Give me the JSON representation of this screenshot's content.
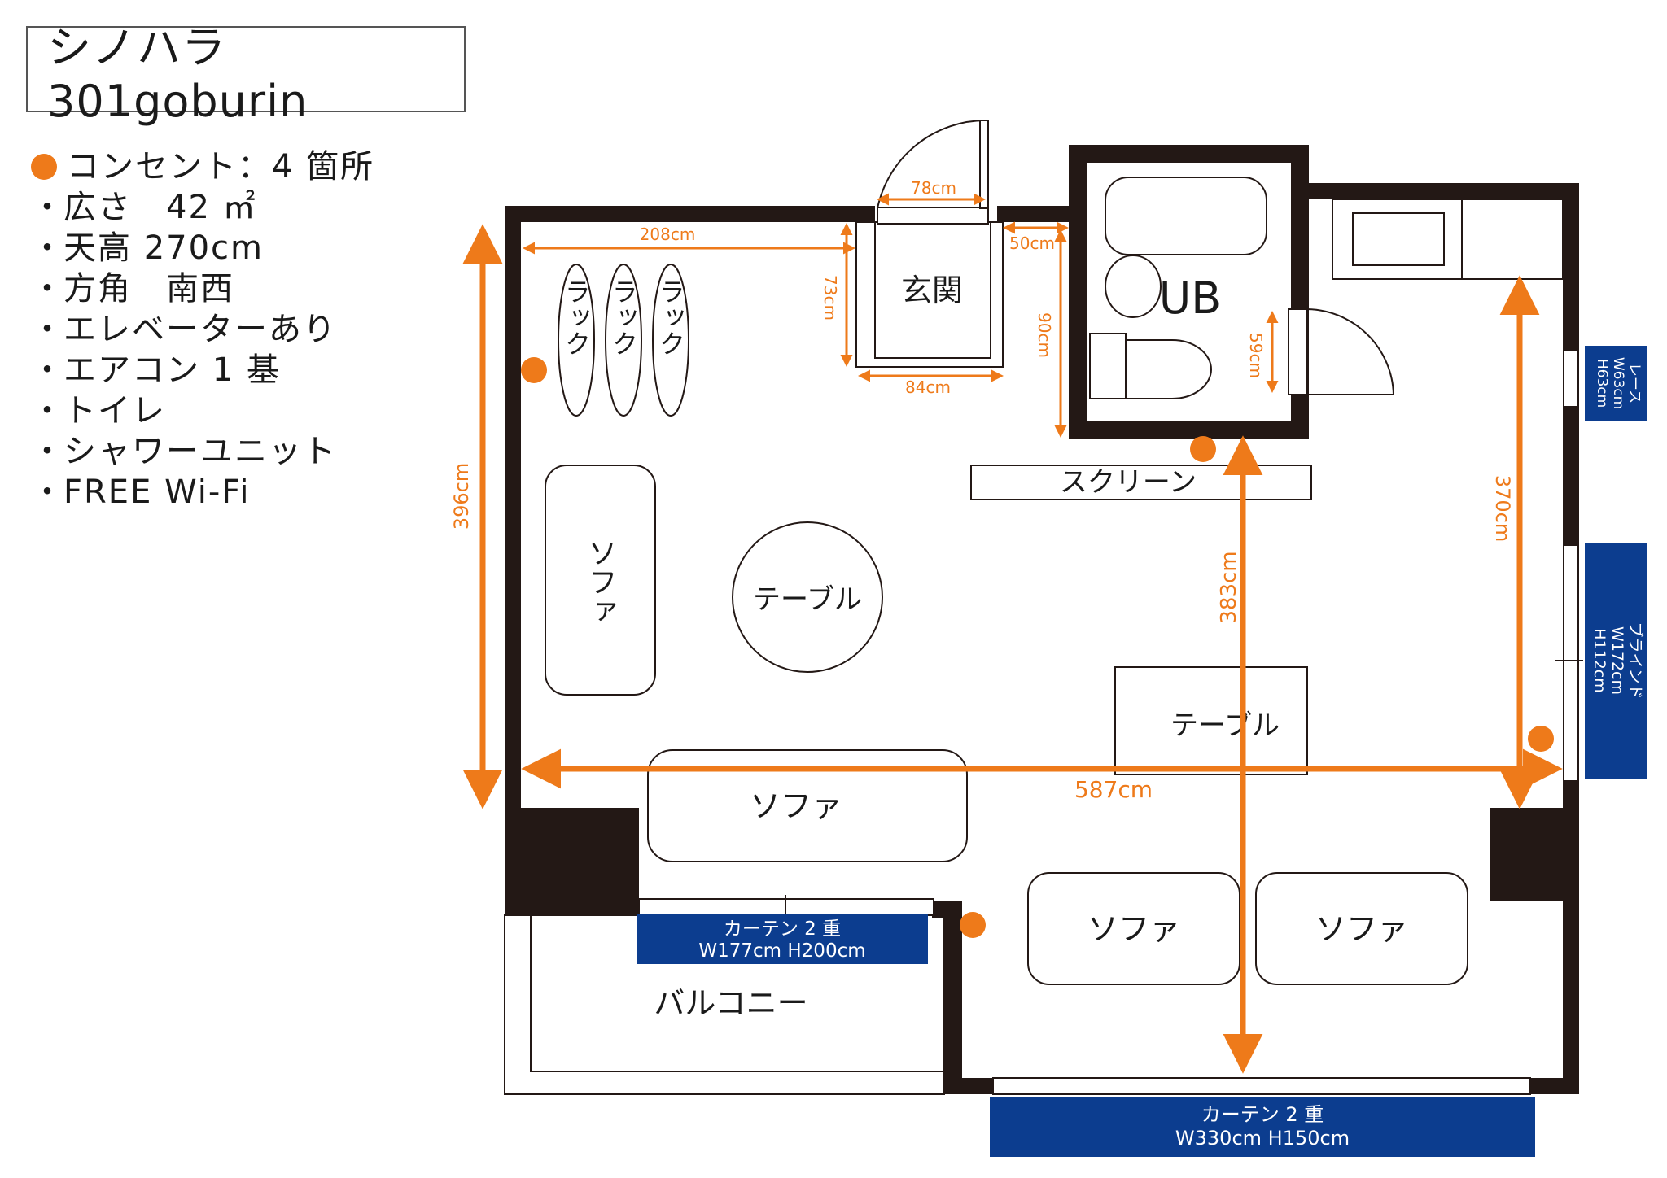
{
  "title": "シノハラ 301goburin",
  "features": [
    {
      "marker": "outlet-dot",
      "text": "コンセント：4 箇所"
    },
    {
      "marker": "bullet",
      "text": "広さ　42 ㎡"
    },
    {
      "marker": "bullet",
      "text": "天高 270cm"
    },
    {
      "marker": "bullet",
      "text": "方角　南西"
    },
    {
      "marker": "bullet",
      "text": "エレベーターあり"
    },
    {
      "marker": "bullet",
      "text": "エアコン 1 基"
    },
    {
      "marker": "bullet",
      "text": "トイレ"
    },
    {
      "marker": "bullet",
      "text": "シャワーユニット"
    },
    {
      "marker": "bullet",
      "text": "FREE Wi-Fi"
    }
  ],
  "bullet_char": "・",
  "colors": {
    "wall": "#231815",
    "dimension": "#ee7a1a",
    "window_label": "#0c3d8f",
    "outlet": "#ee7a1a"
  },
  "rooms": {
    "entrance": "玄関",
    "bathroom": "UB",
    "balcony": "バルコニー"
  },
  "furniture": {
    "rack_1": "ラック",
    "rack_2": "ラック",
    "rack_3": "ラック",
    "sofa_left": "ソファ",
    "sofa_center": "ソファ",
    "sofa_lower_1": "ソファ",
    "sofa_lower_2": "ソファ",
    "table_round": "テーブル",
    "table_square": "テーブル",
    "screen": "スクリーン"
  },
  "dimensions": {
    "door_width": "78cm",
    "entrance_to_wall": "208cm",
    "entrance_gap": "50cm",
    "entrance_depth": "73cm",
    "entrance_width": "84cm",
    "bath_side": "90cm",
    "bath_door": "59cm",
    "room_height": "396cm",
    "right_height": "370cm",
    "center_height": "383cm",
    "room_width": "587cm"
  },
  "windows": {
    "lace": {
      "line1": "レース",
      "line2": "W63cm",
      "line3": "H63cm"
    },
    "blind": {
      "line1": "ブラインド",
      "line2": "W172cm",
      "line3": "H112cm"
    },
    "curtain_balcony": {
      "line1": "カーテン 2 重",
      "line2": "W177cm  H200cm"
    },
    "curtain_bottom": {
      "line1": "カーテン 2 重",
      "line2": "W330cm  H150cm"
    }
  },
  "outlets": [
    {
      "name": "outlet-left-wall"
    },
    {
      "name": "outlet-screen"
    },
    {
      "name": "outlet-right-wall"
    },
    {
      "name": "outlet-lower-left"
    }
  ]
}
